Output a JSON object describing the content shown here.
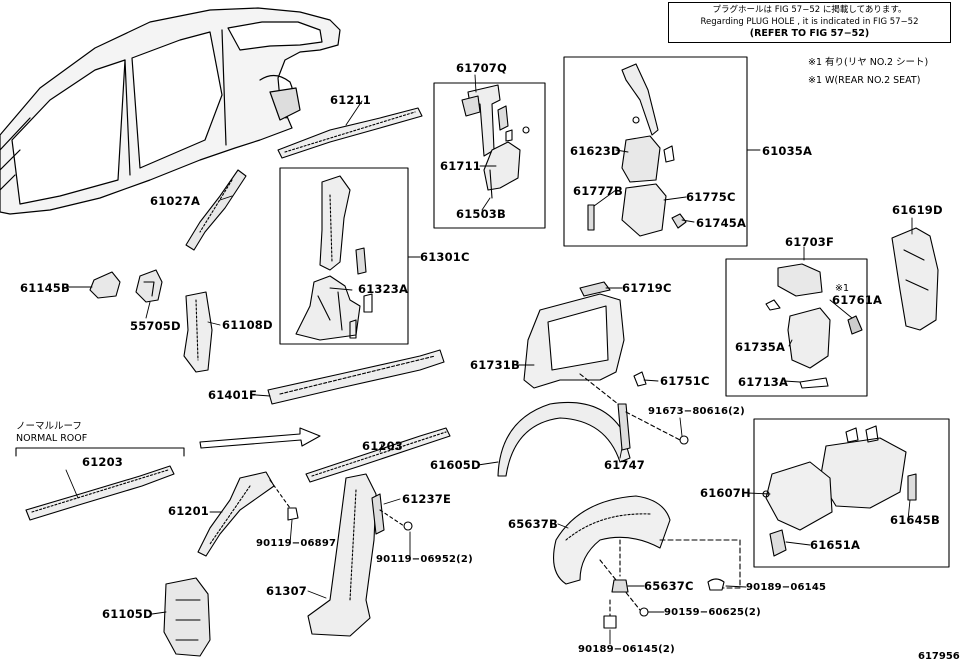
{
  "note": {
    "line1": "プラグホールは FIG  57−52 に掲載してあります。",
    "line2": "Regarding  PLUG  HOLE , it is indicated in FIG  57−52",
    "line3": "(REFER  TO  FIG  57−52)"
  },
  "side_notes": {
    "note1": "※1  有り(リヤ NO.2 シート)",
    "note2": "※1  W(REAR NO.2 SEAT)"
  },
  "roof": {
    "jp": "ノーマルルーフ",
    "en": "NORMAL ROOF"
  },
  "diagram_id": "617956",
  "star_mark": "※1",
  "parts": {
    "p61211": "61211",
    "p61707Q": "61707Q",
    "p61711": "61711",
    "p61503B": "61503B",
    "p61623D": "61623D",
    "p61777B": "61777B",
    "p61775C": "61775C",
    "p61745A": "61745A",
    "p61035A": "61035A",
    "p61027A": "61027A",
    "p61301C": "61301C",
    "p61323A": "61323A",
    "p61145B": "61145B",
    "p55705D": "55705D",
    "p61108D": "61108D",
    "p61619D": "61619D",
    "p61703F": "61703F",
    "p61761A": "61761A",
    "p61735A": "61735A",
    "p61713A": "61713A",
    "p61719C": "61719C",
    "p61731B": "61731B",
    "p61751C": "61751C",
    "p61401F": "61401F",
    "p61203a": "61203",
    "p61203b": "61203",
    "p91673": "91673−80616(2)",
    "p61747": "61747",
    "p61605D": "61605D",
    "p61607H": "61607H",
    "p61645B": "61645B",
    "p61651A": "61651A",
    "p61201": "61201",
    "p61237E": "61237E",
    "p90119_06897": "90119−06897",
    "p90119_06952": "90119−06952(2)",
    "p65637B": "65637B",
    "p65637C": "65637C",
    "p90189_06145a": "90189−06145",
    "p90159_60625": "90159−60625(2)",
    "p90189_06145b": "90189−06145(2)",
    "p61307": "61307",
    "p61105D": "61105D"
  }
}
